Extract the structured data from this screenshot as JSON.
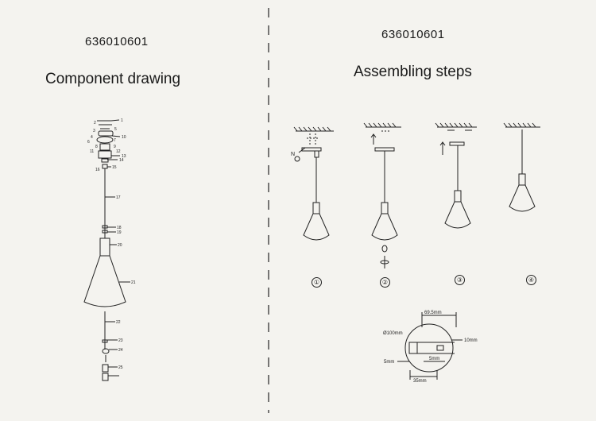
{
  "left": {
    "model_number": "636010601",
    "title": "Component drawing",
    "part_numbers": [
      "1",
      "2",
      "3",
      "4",
      "5",
      "6",
      "7",
      "8",
      "9",
      "10",
      "11",
      "12",
      "13",
      "14",
      "15",
      "16",
      "17",
      "18",
      "19",
      "20",
      "21",
      "22",
      "23",
      "24",
      "25"
    ]
  },
  "right": {
    "model_number": "636010601",
    "title": "Assembling steps",
    "steps": [
      "①",
      "②",
      "③",
      "④"
    ],
    "dimensions": {
      "width": "69.5mm",
      "diameter": "Ø100mm",
      "right_offset": "10mm",
      "left_gap": "5mm",
      "center_gap": "5mm",
      "bottom": "35mm"
    }
  },
  "colors": {
    "ink": "#1a1a1a",
    "paper": "#f4f3ef"
  }
}
